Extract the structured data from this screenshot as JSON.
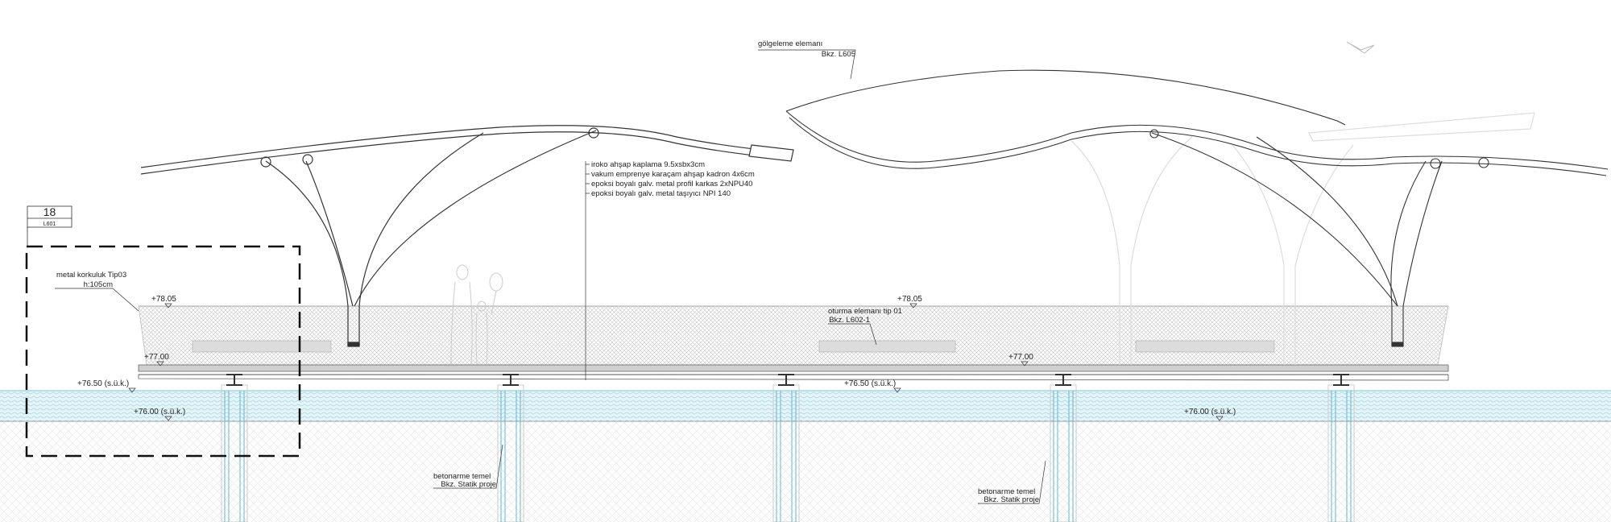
{
  "drawing": {
    "section_tag": {
      "number": "18",
      "sheet": "L601"
    },
    "shading_element": {
      "label": "gölgeleme elemanı",
      "ref": "Bkz. L605"
    },
    "deck_notes": [
      "iroko ahşap kaplama 9.5xsbx3cm",
      "vakum emprenye karaçam ahşap kadron 4x6cm",
      "epoksi boyalı galv. metal profil karkas 2xNPU40",
      "epoksi boyalı galv. metal taşıyıcı NPI 140"
    ],
    "railing": {
      "label": "metal korkuluk Tip03",
      "height": "h:105cm"
    },
    "seating": {
      "label": "oturma elemanı tip 01",
      "ref": "Bkz. L602-1"
    },
    "levels": {
      "railing_top_left": "+78.05",
      "railing_top_right": "+78.05",
      "deck_left": "+77.00",
      "deck_right": "+77.00",
      "water_left": "+76.50 (s.ü.k.)",
      "water_mid": "+76.50 (s.ü.k.)",
      "bed_left": "+76.00 (s.ü.k.)",
      "bed_right": "+76.00 (s.ü.k.)"
    },
    "foundation_1": {
      "label": "betonarme temel",
      "ref": "Bkz. Statik proje"
    },
    "foundation_2": {
      "label": "betonarme temel",
      "ref": "Bkz. Statik proje"
    },
    "colors": {
      "water": "#bfe6ef",
      "pile": "#5fb8cc",
      "line": "#333333",
      "hatch": "#d9d9d9"
    }
  }
}
